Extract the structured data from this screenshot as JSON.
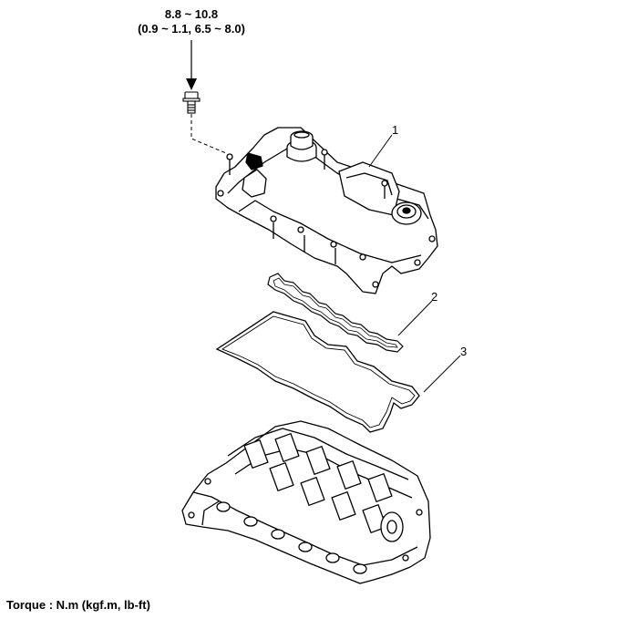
{
  "torque_spec": {
    "line1": "8.8 ~ 10.8",
    "line2": "(0.9 ~ 1.1, 6.5 ~ 8.0)"
  },
  "callouts": [
    "1",
    "2",
    "3"
  ],
  "footer": "Torque : N.m (kgf.m, lb-ft)"
}
